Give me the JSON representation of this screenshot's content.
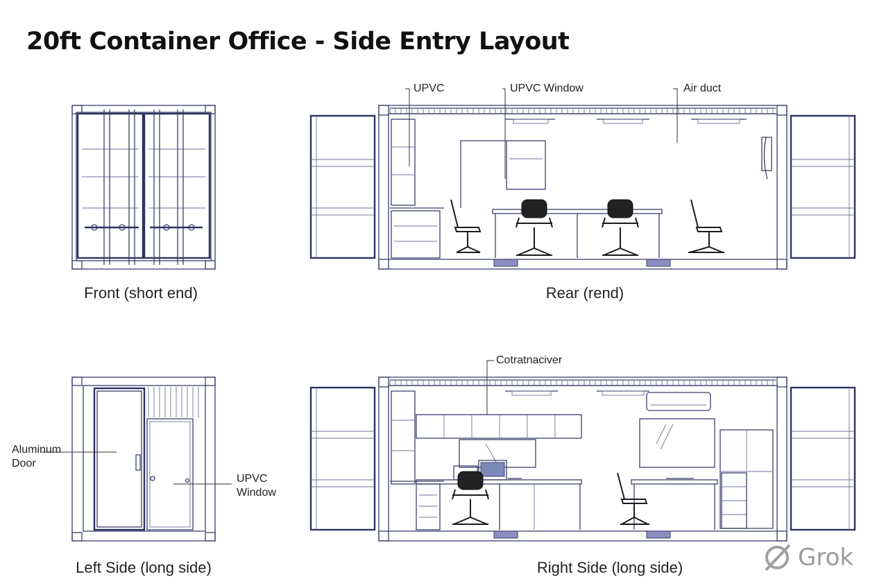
{
  "title": "20ft Container Office - Side Entry Layout",
  "views": {
    "front": "Front (short end)",
    "rear": "Rear (rend)",
    "left": "Left Side (long side)",
    "right": "Right Side (long side)"
  },
  "callouts": {
    "upvc": "UPVC",
    "upvc_window": "UPVC Window",
    "air_duct": "Air duct",
    "cotratnaciver": "Cotratnaciver",
    "aluminum_door": "Aluminum\nDoor",
    "upvc_window_side": "UPVC\nWindow"
  },
  "watermark": {
    "text": "Grok",
    "icon": "grok-logo-icon"
  },
  "colors": {
    "line": "#3a3f6b",
    "pad": "#8a8fc0",
    "watermark": "#9a9a9a"
  }
}
